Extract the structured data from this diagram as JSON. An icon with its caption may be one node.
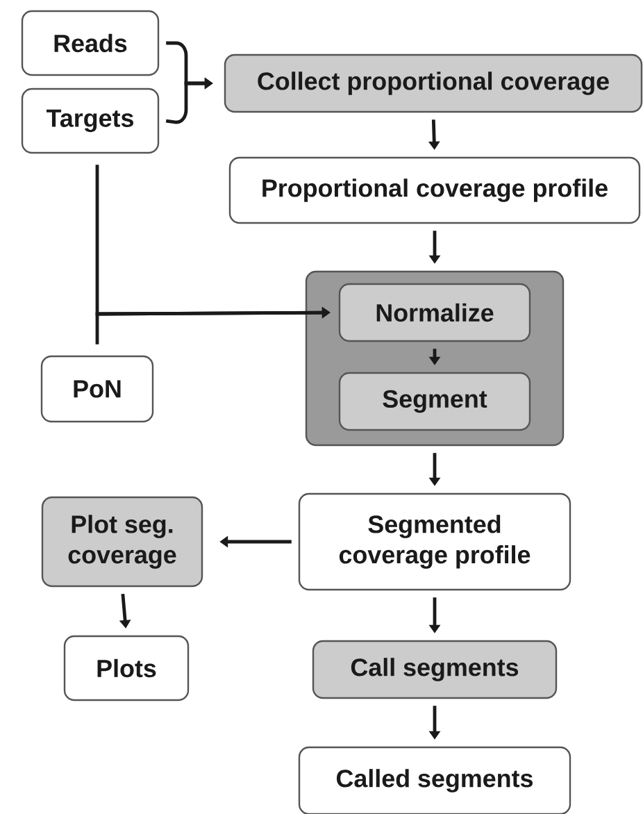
{
  "diagram": {
    "nodes": [
      {
        "text": [
          "Reads"
        ]
      },
      {
        "text": [
          "Targets"
        ]
      },
      {
        "text": [
          "Collect proportional coverage"
        ]
      },
      {
        "text": [
          "Proportional coverage profile"
        ]
      },
      {
        "text": [],
        "shape": "box"
      },
      {
        "text": [
          "Normalize"
        ],
        "in": 4
      },
      {
        "text": [
          "Segment"
        ],
        "in": 4
      },
      {
        "text": [
          "PoN"
        ]
      },
      {
        "text": [
          "Segmented coverage profile"
        ]
      },
      {
        "text": [
          "Plot seg. coverage"
        ]
      },
      {
        "text": [
          "Plots"
        ]
      },
      {
        "text": [
          "Call segments"
        ]
      },
      {
        "text": [
          "Called segments"
        ]
      }
    ],
    "edges": [
      {
        "from": 0,
        "to": 2,
        "arrow": "to"
      },
      {
        "from": 1,
        "to": 2,
        "arrow": "to"
      },
      {
        "from": 2,
        "to": 3,
        "arrow": "to"
      },
      {
        "from": 3,
        "to": 4,
        "arrow": "to"
      },
      {
        "from": 5,
        "to": 6,
        "arrow": "to"
      },
      {
        "from": 1,
        "to": 5,
        "arrow": "to"
      },
      {
        "from": 7,
        "to": 5,
        "arrow": "to"
      },
      {
        "from": 4,
        "to": 8,
        "arrow": "to"
      },
      {
        "from": 8,
        "to": 9,
        "arrow": "to"
      },
      {
        "from": 9,
        "to": 10,
        "arrow": "to"
      },
      {
        "from": 8,
        "to": 11,
        "arrow": "to"
      },
      {
        "from": 11,
        "to": 12,
        "arrow": "to"
      }
    ]
  }
}
